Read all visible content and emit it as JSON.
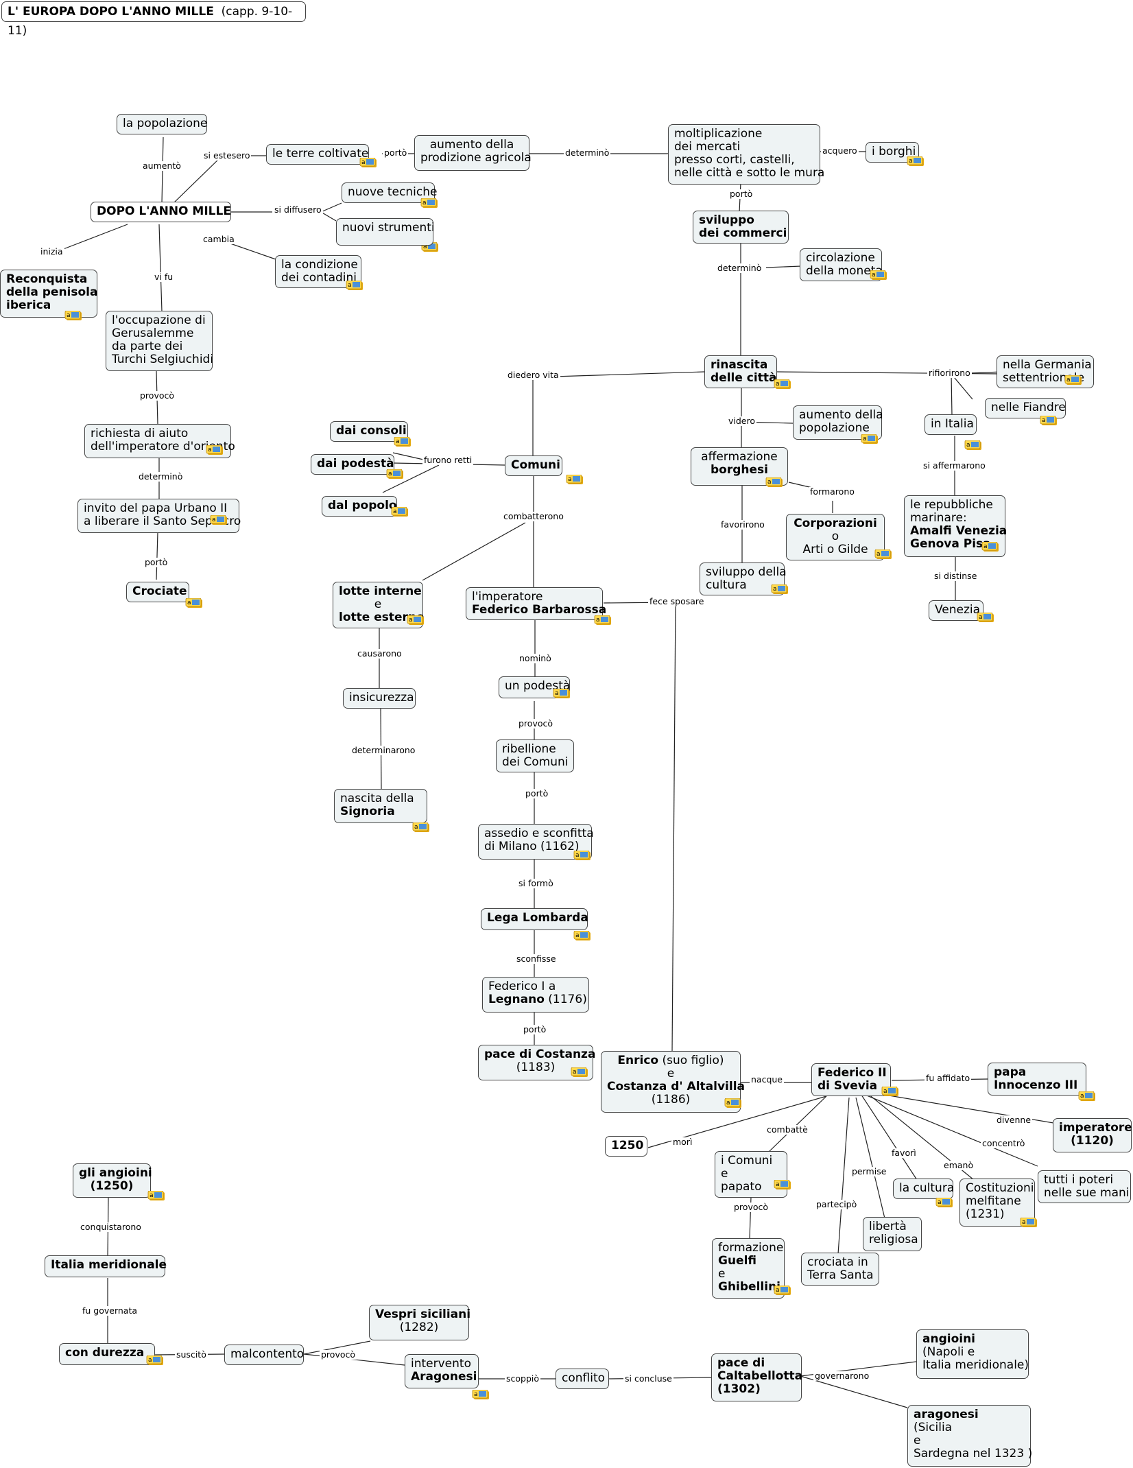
{
  "title": {
    "main": "L' EUROPA DOPO L'ANNO MILLE",
    "sub": "(capp. 9-10-11)"
  },
  "nodes": {
    "popolazione": [
      "la popolazione"
    ],
    "terre": [
      "le terre coltivate"
    ],
    "aumento_prod": [
      "aumento della",
      "prodizione agricola"
    ],
    "moltiplicazione": [
      "moltiplicazione",
      "dei mercati",
      "presso corti, castelli,",
      "nelle città e sotto le mura"
    ],
    "borghi": [
      "i borghi"
    ],
    "dopo_mille": [
      "DOPO L'ANNO MILLE"
    ],
    "nuove_tecniche": [
      "nuove tecniche"
    ],
    "nuovi_strumenti": [
      "nuovi strumenti"
    ],
    "condizione": [
      "la condizione",
      "dei contadini"
    ],
    "reconquista": [
      "Reconquista",
      "della penisola",
      "iberica"
    ],
    "occupazione": [
      "l'occupazione di",
      " Gerusalemme",
      "da parte dei",
      "Turchi Selgiuchidi"
    ],
    "richiesta": [
      "richiesta di aiuto",
      "dell'imperatore d'oriento"
    ],
    "invito": [
      "invito del papa Urbano II",
      "a liberare il Santo Sepolcro"
    ],
    "crociate": [
      "Crociate"
    ],
    "sviluppo_comm": [
      "sviluppo",
      "dei commerci"
    ],
    "circolazione": [
      "circolazione",
      "della moneta"
    ],
    "rinascita": [
      "rinascita",
      "delle città"
    ],
    "germania": [
      "nella Germania",
      "settentrionale"
    ],
    "fiandre": [
      "nelle Fiandre"
    ],
    "italia": [
      "in Italia"
    ],
    "aumento_pop": [
      "aumento della",
      "popolazione"
    ],
    "affermazione": [
      "affermazione",
      "borghesi"
    ],
    "corporazioni": [
      "Corporazioni",
      "o",
      "Arti   o Gilde"
    ],
    "repubbliche": [
      "le repubbliche",
      "marinare:",
      "Amalfi Venezia",
      "Genova Pisa"
    ],
    "venezia": [
      "Venezia"
    ],
    "sviluppo_cult": [
      "sviluppo della",
      "cultura"
    ],
    "consoli": [
      "dai consoli"
    ],
    "podesta_n": [
      "dai podestà"
    ],
    "popolo": [
      "dal popolo"
    ],
    "comuni": [
      "Comuni"
    ],
    "lotte": [
      "lotte interne",
      "e",
      "lotte esterne"
    ],
    "barbarossa": [
      "l'imperatore",
      "Federico Barbarossa"
    ],
    "insicurezza": [
      "insicurezza"
    ],
    "signoria": [
      "nascita della",
      "Signoria"
    ],
    "un_podesta": [
      "un podestà"
    ],
    "ribellione": [
      "ribellione",
      "dei Comuni"
    ],
    "assedio": [
      "assedio e sconfitta",
      "di Milano (1162)"
    ],
    "lega": [
      "Lega Lombarda"
    ],
    "legnano": [
      "Federico I a",
      "Legnano",
      "(1176)"
    ],
    "costanza_pace": [
      "pace di Costanza",
      "(1183)"
    ],
    "enrico": [
      "Enrico",
      "(suo figlio)",
      "e",
      "Costanza d' Altalvilla",
      "(1186)"
    ],
    "federico2": [
      "Federico II",
      "di Svevia"
    ],
    "innocenzo": [
      "papa",
      "Innocenzo III"
    ],
    "imperatore1120": [
      "imperatore",
      "(1120)"
    ],
    "poteri": [
      "tutti i poteri",
      "nelle sue mani"
    ],
    "y1250": [
      "1250"
    ],
    "comuni_papato": [
      "i Comuni",
      "e",
      "papato"
    ],
    "cultura": [
      "la cultura"
    ],
    "costituzioni": [
      "Costituzioni",
      " melfitane",
      "(1231)"
    ],
    "liberta": [
      "libertà",
      "religiosa"
    ],
    "crociata_ts": [
      "crociata in",
      "Terra Santa"
    ],
    "guelfi": [
      "formazione",
      "Guelfi",
      "e",
      "Ghibellini"
    ],
    "angioini1250": [
      "gli angioini",
      "(1250)"
    ],
    "italia_mer": [
      "Italia meridionale"
    ],
    "durezza": [
      "con durezza"
    ],
    "malcontento": [
      "malcontento"
    ],
    "vespri": [
      "Vespri siciliani",
      "(1282)"
    ],
    "aragonesi_int": [
      "intervento",
      "Aragonesi"
    ],
    "conflito": [
      "conflito"
    ],
    "caltabellotta": [
      "pace di",
      "Caltabellotta",
      "(1302)"
    ],
    "angioini_fin": [
      "angioini",
      "(Napoli e",
      "Italia meridionale)"
    ],
    "aragonesi_fin": [
      "aragonesi",
      "(Sicilia",
      "e",
      "Sardegna nel 1323 )"
    ]
  },
  "links": {
    "aumento": "aumentò",
    "si_estesero": "si estesero",
    "porto1": "portò",
    "determino1": "determinò",
    "acquero": "acquero",
    "porto2": "portò",
    "si_diffusero": "si diffusero",
    "cambia": "cambia",
    "inizia": "inizia",
    "vi_fu": "vi fu",
    "provoco1": "provocò",
    "determino2": "determinò",
    "porto3": "portò",
    "determino3": "determinò",
    "diedero_vita": "diedero vita",
    "rifiorirono": "rifiorirono",
    "videro": "videro",
    "formarono": "formarono",
    "favorirono": "favorirono",
    "si_affermarono": "si affermarono",
    "si_distinse": "si distinse",
    "furono_retti": "furono retti",
    "combatterono": "combatterono",
    "causarono": "causarono",
    "determinarono": "determinarono",
    "fece_sposare": "fece sposare",
    "nomino": "nominò",
    "provoco2": "provocò",
    "porto4": "portò",
    "si_formo": "si formò",
    "sconfisse": "sconfisse",
    "porto5": "portò",
    "nacque": "nacque",
    "fu_affidato": "fu affidato",
    "divenne": "divenne",
    "concentro": "concentrò",
    "mori": "morì",
    "combatte": "combattè",
    "favori": "favorì",
    "emano": "emanò",
    "permise": "permise",
    "partecipo": "partecipò",
    "provoco3": "provocò",
    "conquistarono": "conquistarono",
    "fu_governata": "fu governata",
    "suscito": "suscitò",
    "provoco4": "provocò",
    "scoppio": "scoppiò",
    "si_concluse": "si concluse",
    "governarono": "governarono"
  },
  "resource_icon_letter": "a"
}
